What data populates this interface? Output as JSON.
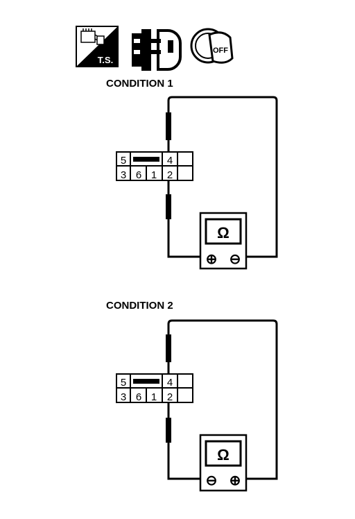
{
  "icons": {
    "ts_label": "T.S.",
    "ignition_label": "OFF"
  },
  "conditions": [
    {
      "title": "CONDITION 1",
      "connector": {
        "top_row": [
          "5",
          "",
          "4",
          ""
        ],
        "bottom_row": [
          "3",
          "6",
          "1",
          "2",
          ""
        ]
      },
      "meter": {
        "symbol": "Ω",
        "left_terminal": "⊕",
        "right_terminal": "⊖"
      }
    },
    {
      "title": "CONDITION 2",
      "connector": {
        "top_row": [
          "5",
          "",
          "4",
          ""
        ],
        "bottom_row": [
          "3",
          "6",
          "1",
          "2",
          ""
        ]
      },
      "meter": {
        "symbol": "Ω",
        "left_terminal": "⊖",
        "right_terminal": "⊕"
      }
    }
  ]
}
